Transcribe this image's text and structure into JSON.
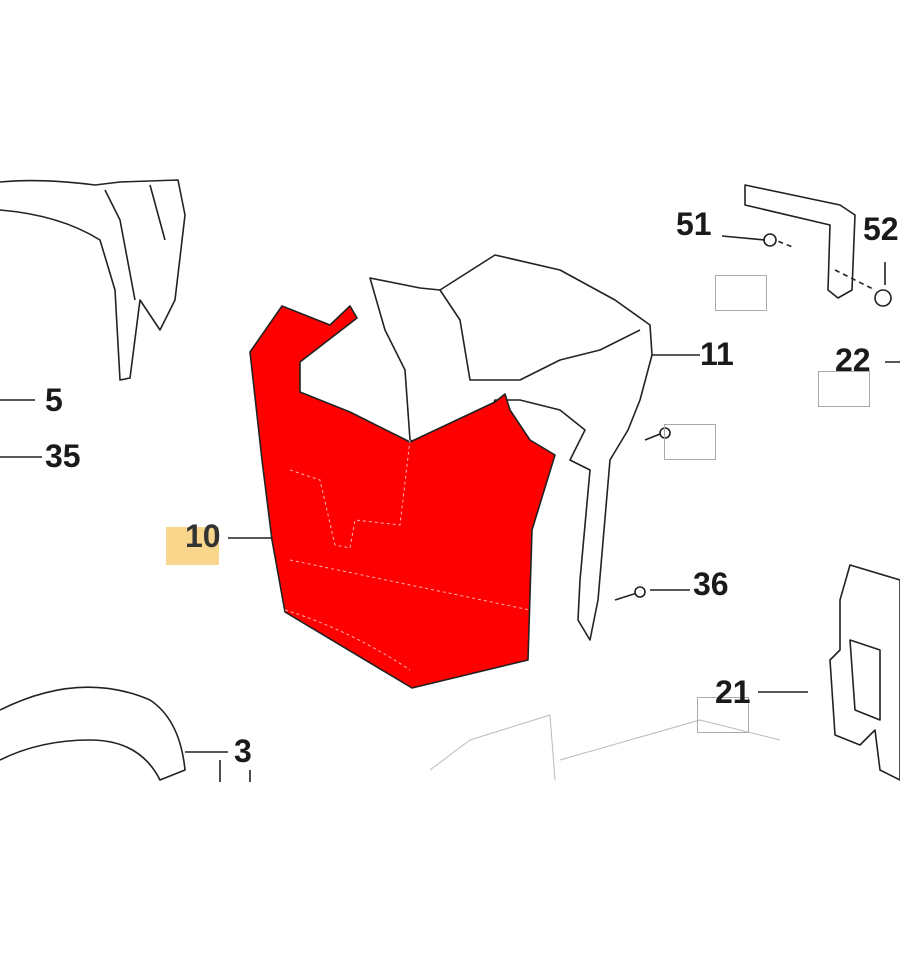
{
  "diagram": {
    "highlight_color": "#ff0000",
    "highlight_label_color": "#f7cf78",
    "callouts": [
      {
        "id": "51",
        "label": "51"
      },
      {
        "id": "52",
        "label": "52"
      },
      {
        "id": "11",
        "label": "11"
      },
      {
        "id": "22",
        "label": "22"
      },
      {
        "id": "5",
        "label": "5"
      },
      {
        "id": "35",
        "label": "35"
      },
      {
        "id": "10",
        "label": "10"
      },
      {
        "id": "36",
        "label": "36"
      },
      {
        "id": "21",
        "label": "21"
      },
      {
        "id": "3",
        "label": "3"
      }
    ],
    "highlighted_part": "10"
  }
}
